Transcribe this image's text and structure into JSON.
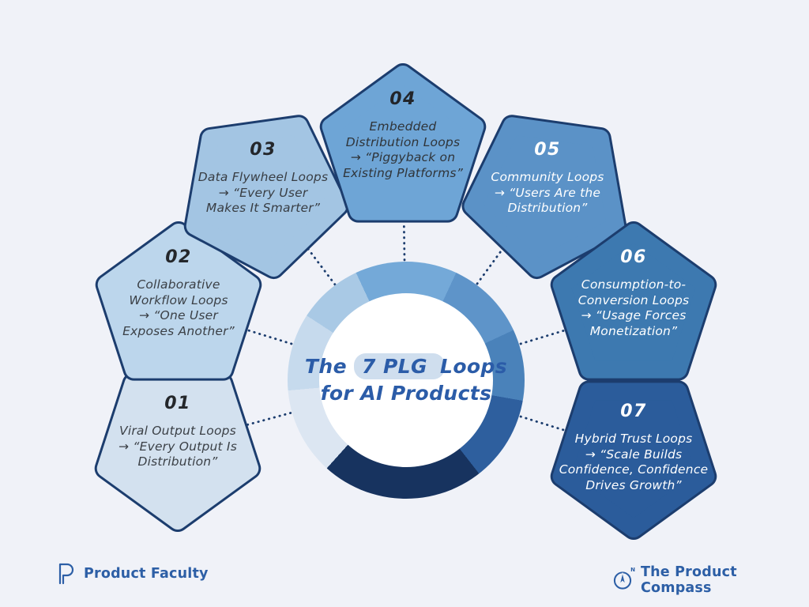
{
  "colors": {
    "background": "#f0f2f8",
    "border": "#1c3d6e",
    "center_accent": "#2b5ca8",
    "highlight_pill": "#cfdeee",
    "footer_brand": "#2d5fa6"
  },
  "center": {
    "pre": "The ",
    "highlight": "7 PLG",
    "post": " Loops",
    "line2": "for AI Products"
  },
  "nodes": [
    {
      "number": "01",
      "title": "Viral Output Loops",
      "quote": "→ “Every Output Is\nDistribution”",
      "fill": "#d3e1ef",
      "ink": "#3b4046",
      "num_ink": "#24272b"
    },
    {
      "number": "02",
      "title": "Collaborative\nWorkflow Loops",
      "quote": "→ “One User\nExposes Another”",
      "fill": "#bcd6ec",
      "ink": "#3b4046",
      "num_ink": "#24272b"
    },
    {
      "number": "03",
      "title": "Data Flywheel Loops",
      "quote": "→ “Every User\nMakes It Smarter”",
      "fill": "#a3c5e3",
      "ink": "#383d43",
      "num_ink": "#24272b"
    },
    {
      "number": "04",
      "title": "Embedded\nDistribution Loops",
      "quote": "→ “Piggyback on\nExisting Platforms”",
      "fill": "#6ea5d6",
      "ink": "#2f3439",
      "num_ink": "#22252a"
    },
    {
      "number": "05",
      "title": "Community Loops",
      "quote": "→ “Users Are the\nDistribution”",
      "fill": "#5b92c7",
      "ink": "#ffffff",
      "num_ink": "#ffffff"
    },
    {
      "number": "06",
      "title": "Consumption-to-\nConversion Loops",
      "quote": "→ “Usage Forces\nMonetization”",
      "fill": "#3d79b0",
      "ink": "#ffffff",
      "num_ink": "#ffffff"
    },
    {
      "number": "07",
      "title": "Hybrid Trust Loops",
      "quote": "→ “Scale Builds\nConfidence, Confidence\nDrives Growth”",
      "fill": "#2b5c9b",
      "ink": "#ffffff",
      "num_ink": "#ffffff"
    }
  ],
  "ring": {
    "gradient_from_deg": -25,
    "segments": [
      {
        "color": "#74a9d8",
        "from": 0,
        "to": 50
      },
      {
        "color": "#5e94c9",
        "from": 50,
        "to": 90
      },
      {
        "color": "#4a82ba",
        "from": 90,
        "to": 125
      },
      {
        "color": "#2e5f9e",
        "from": 125,
        "to": 167
      },
      {
        "color": "#17335f",
        "from": 167,
        "to": 247
      },
      {
        "color": "#dce6f2",
        "from": 247,
        "to": 290
      },
      {
        "color": "#c6daed",
        "from": 290,
        "to": 328
      },
      {
        "color": "#a9c9e5",
        "from": 328,
        "to": 360
      }
    ]
  },
  "footer": {
    "left": {
      "label": "Product Faculty"
    },
    "right": {
      "label": "The Product Compass",
      "mark": "N"
    }
  }
}
